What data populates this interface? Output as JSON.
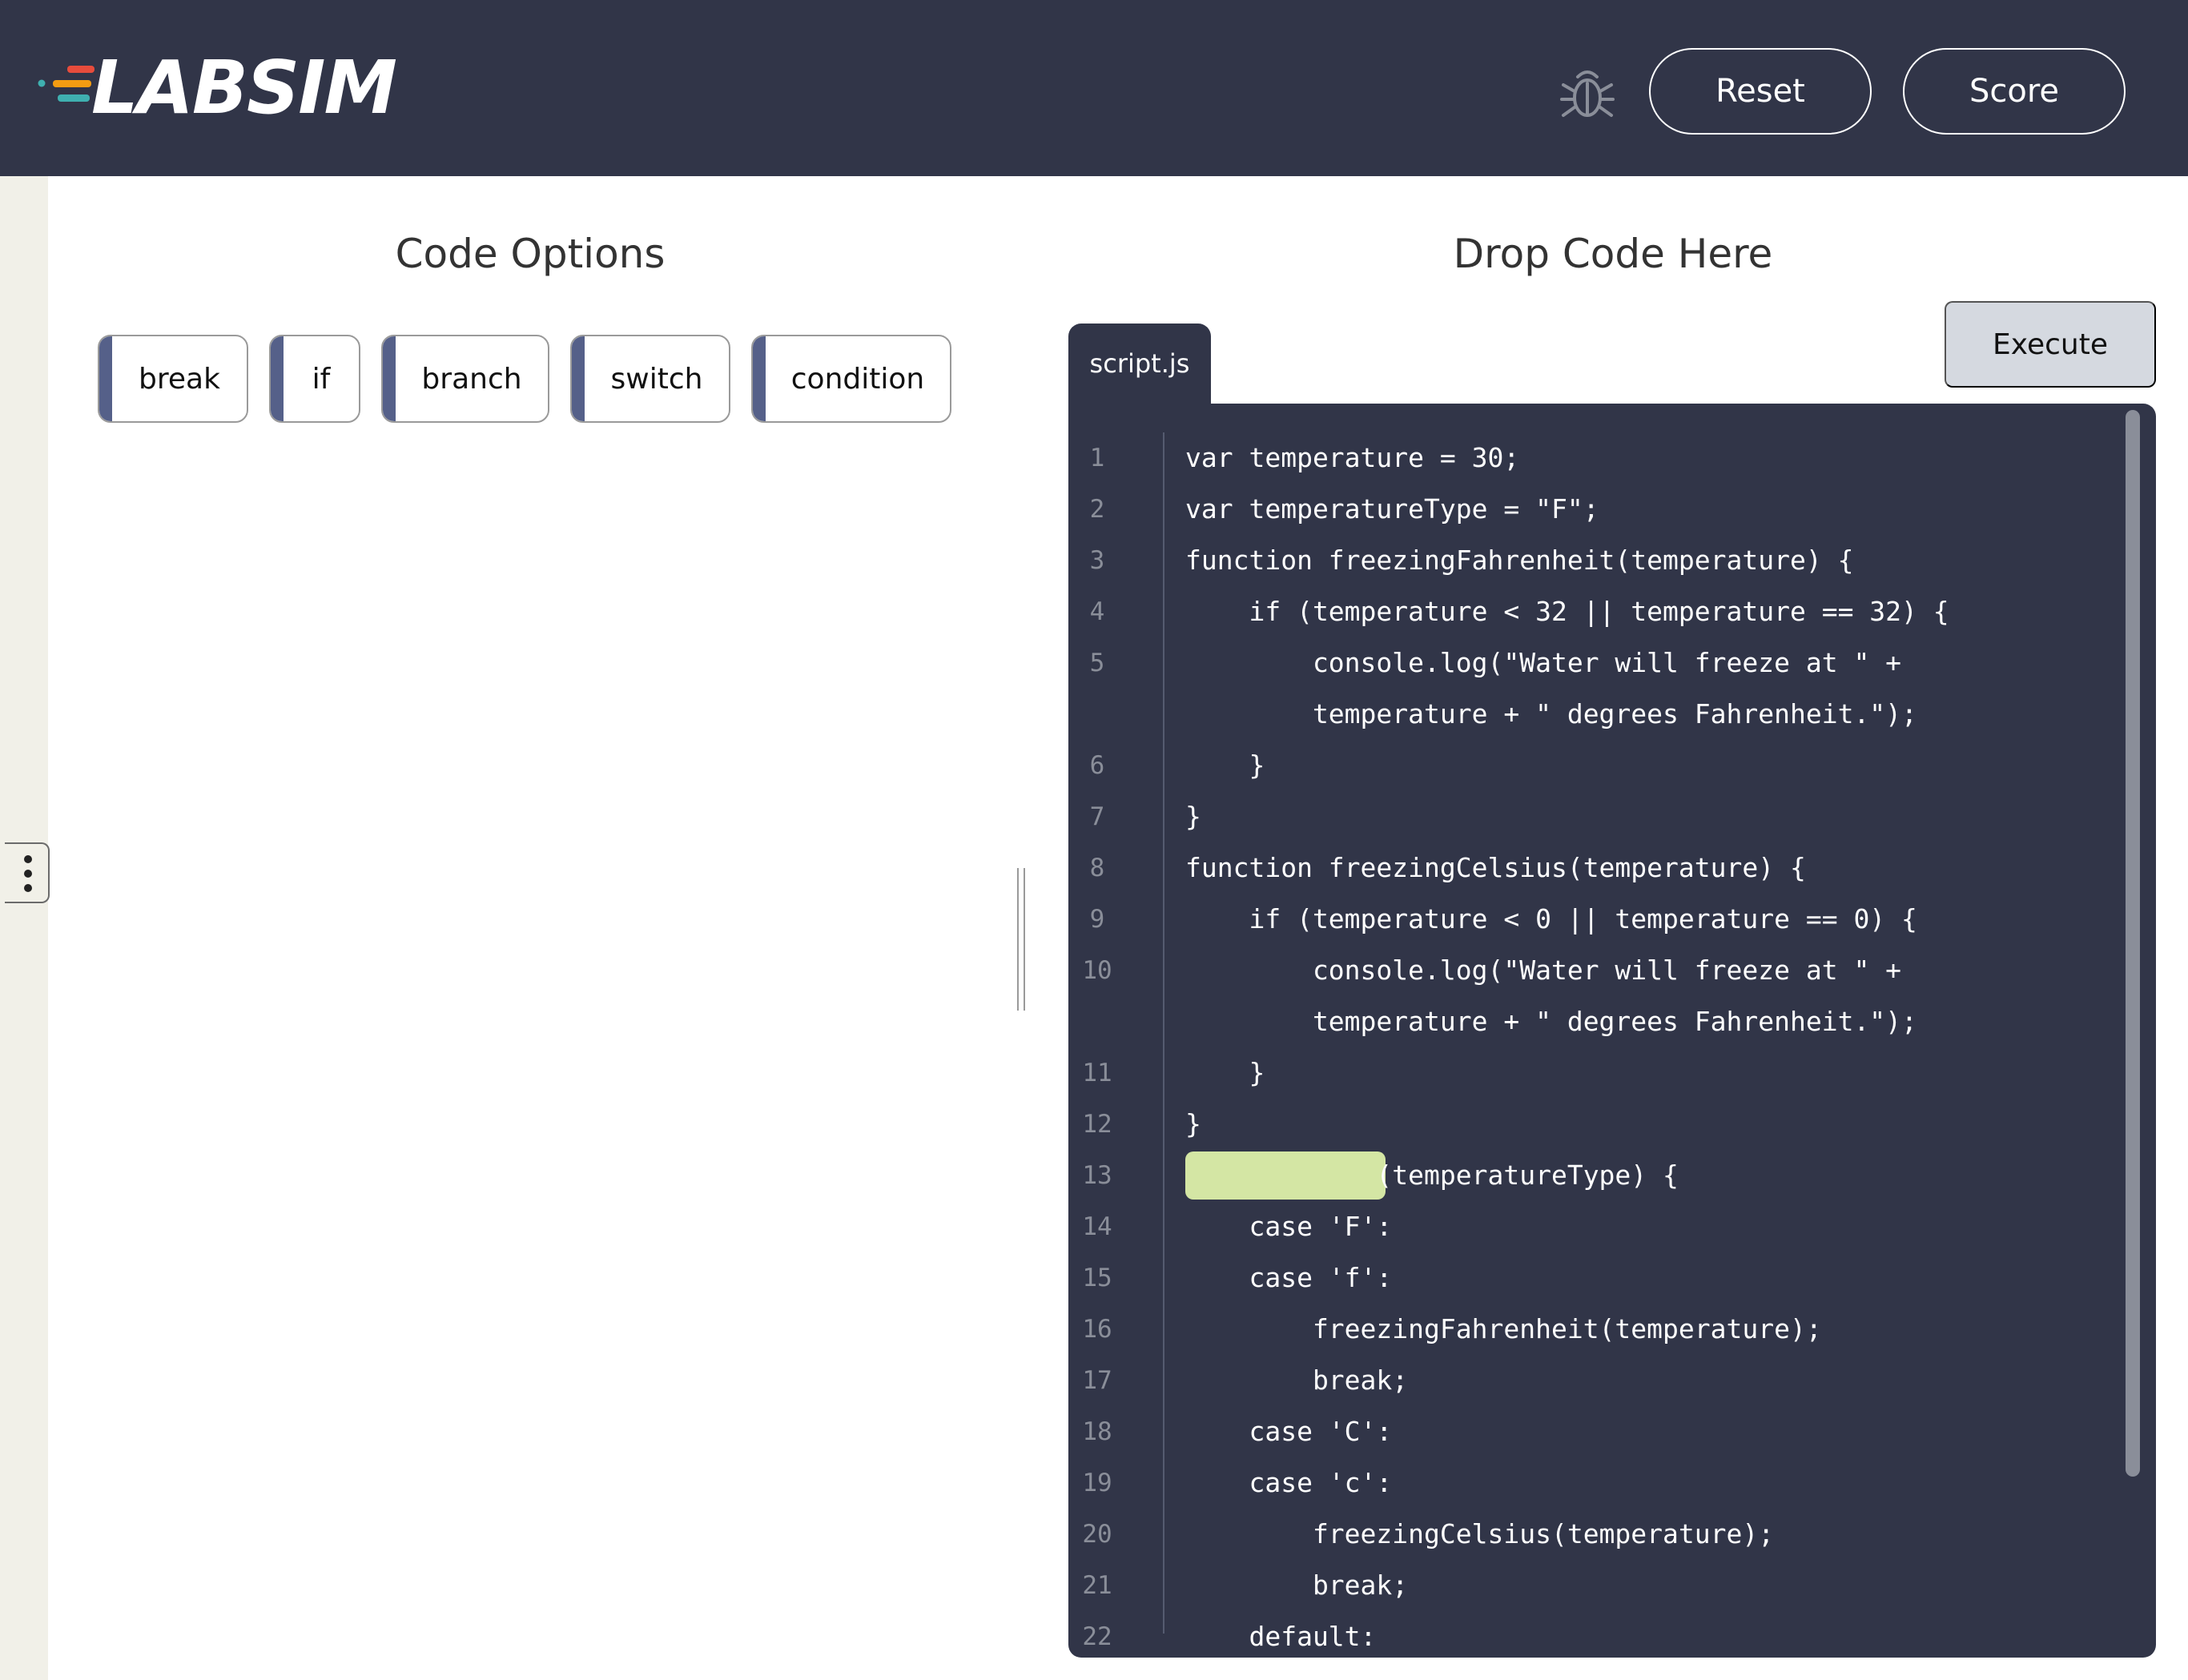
{
  "header": {
    "logo_text": "LABSIM",
    "logo_colors": [
      "#e74c3c",
      "#f39c12",
      "#3fb0b0"
    ],
    "bug_icon": "bug-icon",
    "reset_label": "Reset",
    "score_label": "Score"
  },
  "options": {
    "title": "Code Options",
    "items": [
      "break",
      "if",
      "branch",
      "switch",
      "condition"
    ]
  },
  "drop": {
    "title": "Drop Code Here",
    "execute_label": "Execute",
    "tab_label": "script.js"
  },
  "code_lines": [
    {
      "n": "1",
      "text": "var temperature = 30;"
    },
    {
      "n": "2",
      "text": "var temperatureType = \"F\";"
    },
    {
      "n": "3",
      "text": "function freezingFahrenheit(temperature) {"
    },
    {
      "n": "4",
      "text": "    if (temperature < 32 || temperature == 32) {"
    },
    {
      "n": "5",
      "text": "        console.log(\"Water will freeze at \" +"
    },
    {
      "n": "",
      "text": "        temperature + \" degrees Fahrenheit.\");"
    },
    {
      "n": "6",
      "text": "    }"
    },
    {
      "n": "7",
      "text": "}"
    },
    {
      "n": "8",
      "text": "function freezingCelsius(temperature) {"
    },
    {
      "n": "9",
      "text": "    if (temperature < 0 || temperature == 0) {"
    },
    {
      "n": "10",
      "text": "        console.log(\"Water will freeze at \" +"
    },
    {
      "n": "",
      "text": "        temperature + \" degrees Fahrenheit.\");"
    },
    {
      "n": "11",
      "text": "    }"
    },
    {
      "n": "12",
      "text": "}"
    },
    {
      "n": "13",
      "text": "            (temperatureType) {",
      "slot": true
    },
    {
      "n": "14",
      "text": "    case 'F':"
    },
    {
      "n": "15",
      "text": "    case 'f':"
    },
    {
      "n": "16",
      "text": "        freezingFahrenheit(temperature);"
    },
    {
      "n": "17",
      "text": "        break;"
    },
    {
      "n": "18",
      "text": "    case 'C':"
    },
    {
      "n": "19",
      "text": "    case 'c':"
    },
    {
      "n": "20",
      "text": "        freezingCelsius(temperature);"
    },
    {
      "n": "21",
      "text": "        break;"
    },
    {
      "n": "22",
      "text": "    default:"
    }
  ]
}
